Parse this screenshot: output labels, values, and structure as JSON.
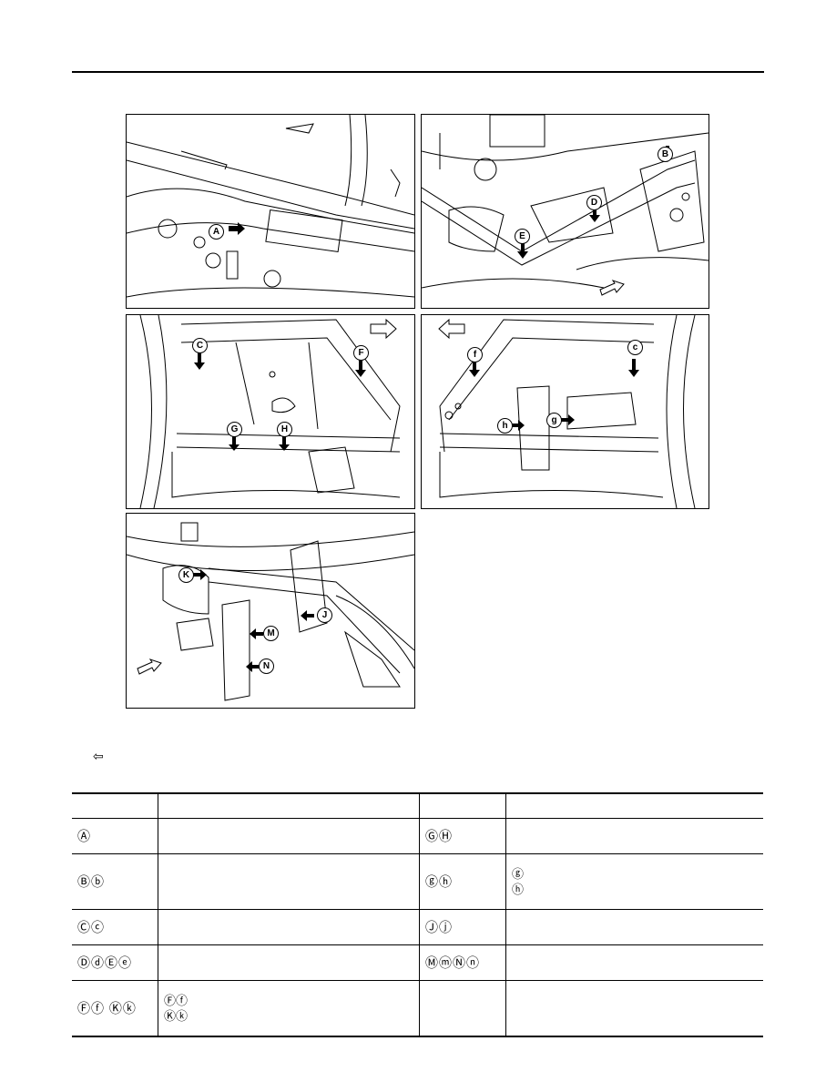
{
  "panels": [
    {
      "id": "p1",
      "callouts": [
        "A"
      ]
    },
    {
      "id": "p2",
      "callouts": [
        "B",
        "D",
        "E"
      ]
    },
    {
      "id": "p3",
      "callouts": [
        "C",
        "F",
        "G",
        "H"
      ]
    },
    {
      "id": "p4",
      "callouts": [
        "f",
        "c",
        "h",
        "g"
      ]
    },
    {
      "id": "p5",
      "callouts": [
        "K",
        "J",
        "M",
        "N"
      ]
    }
  ],
  "legend_arrow": "⇦",
  "table": {
    "rows": [
      {
        "c1": "Ⓐ",
        "c2": "",
        "c3": "ⒼⒽ",
        "c4": ""
      },
      {
        "c1": "Ⓑⓑ",
        "c2": "",
        "c3": "ⓖⓗ",
        "c4a": "ⓖ",
        "c4b": "ⓗ"
      },
      {
        "c1": "Ⓒⓒ",
        "c2": "",
        "c3": "Ⓙⓙ",
        "c4": ""
      },
      {
        "c1": "ⒹⓓⒺⓔ",
        "c2": "",
        "c3": "ⓂⓜⓃⓝ",
        "c4": ""
      },
      {
        "c1": "Ⓕⓕ Ⓚⓚ",
        "c2a": "Ⓕⓕ",
        "c2b": "Ⓚⓚ",
        "c3": "",
        "c4": ""
      }
    ]
  }
}
